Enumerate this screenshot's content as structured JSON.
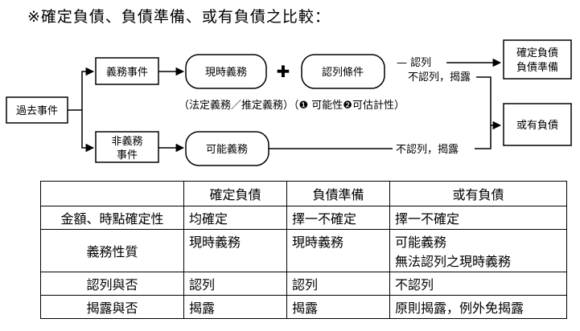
{
  "title": "※確定負債、負債準備、或有負債之比較：",
  "flow": {
    "past_event": "過去事件",
    "obligation_event": "義務事件",
    "non_obligation_event_line1": "非義務",
    "non_obligation_event_line2": "事件",
    "present_obligation": "現時義務",
    "plus": "✚",
    "recognition_conditions": "認列條件",
    "possible_obligation": "可能義務",
    "obligation_note": "（法定義務／推定義務）（❶ 可能性❷可估計性）",
    "recognize": "— 認列",
    "not_recognize_disclose": "不認列，揭露",
    "not_recognize_disclose_2": "不認列，揭露",
    "result_certain_line1": "確定負債",
    "result_certain_line2": "負債準備",
    "result_contingent": "或有負債"
  },
  "table": {
    "headers": [
      "",
      "確定負債",
      "負債準備",
      "或有負債"
    ],
    "rows": [
      {
        "label": "金額、時點確定性",
        "cells": [
          [
            "均確定"
          ],
          [
            "擇一不確定"
          ],
          [
            "擇一不確定"
          ]
        ]
      },
      {
        "label": "義務性質",
        "cells": [
          [
            "現時義務"
          ],
          [
            "現時義務"
          ],
          [
            "可能義務",
            "無法認列之現時義務"
          ]
        ]
      },
      {
        "label": "認列與否",
        "cells": [
          [
            "認列"
          ],
          [
            "認列"
          ],
          [
            "不認列"
          ]
        ]
      },
      {
        "label": "揭露與否",
        "cells": [
          [
            "揭露"
          ],
          [
            "揭露"
          ],
          [
            "原則揭露，例外免揭露"
          ]
        ]
      }
    ]
  }
}
